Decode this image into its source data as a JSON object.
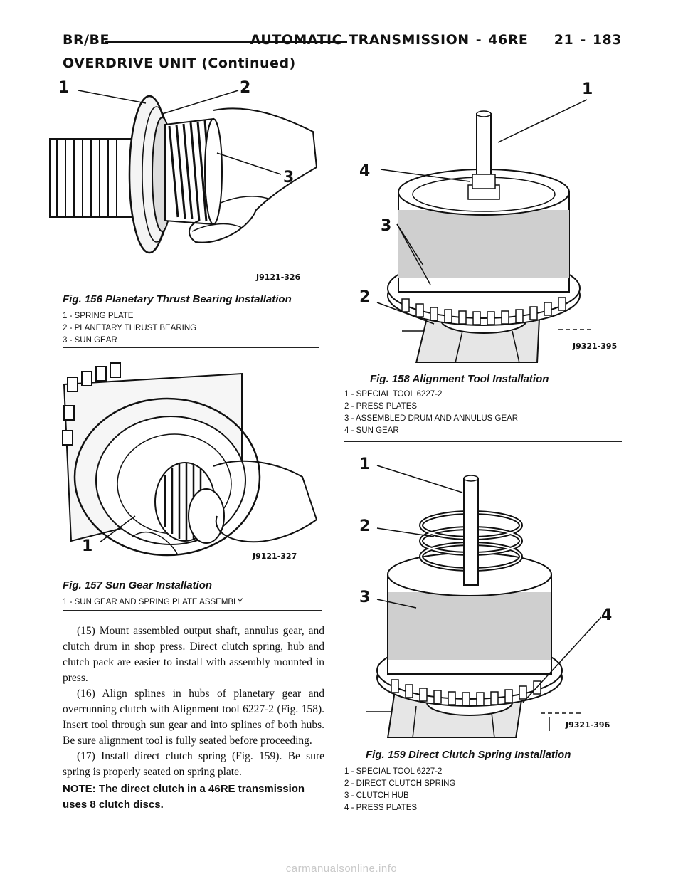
{
  "header": {
    "left": "BR/BE",
    "right": "AUTOMATIC TRANSMISSION - 46RE    21 - 183"
  },
  "section_title": "OVERDRIVE UNIT (Continued)",
  "figures": {
    "fig156": {
      "title": "Fig. 156 Planetary Thrust Bearing Installation",
      "code": "J9121-326",
      "legend": [
        "1 - SPRING PLATE",
        "2 - PLANETARY THRUST BEARING",
        "3 - SUN GEAR"
      ],
      "callouts": [
        "1",
        "2",
        "3"
      ]
    },
    "fig157": {
      "title": "Fig. 157 Sun Gear Installation",
      "code": "J9121-327",
      "legend": [
        "1 - SUN GEAR AND SPRING PLATE ASSEMBLY"
      ],
      "callouts": [
        "1"
      ]
    },
    "fig158": {
      "title": "Fig. 158 Alignment Tool Installation",
      "code": "J9321-395",
      "legend": [
        "1 - SPECIAL TOOL 6227-2",
        "2 - PRESS PLATES",
        "3 - ASSEMBLED DRUM AND ANNULUS GEAR",
        "4 - SUN GEAR"
      ],
      "callouts": [
        "1",
        "4",
        "3",
        "2"
      ]
    },
    "fig159": {
      "title": "Fig. 159 Direct Clutch Spring Installation",
      "code": "J9321-396",
      "legend": [
        "1 - SPECIAL TOOL 6227-2",
        "2 - DIRECT CLUTCH SPRING",
        "3 - CLUTCH HUB",
        "4 - PRESS PLATES"
      ],
      "callouts": [
        "1",
        "2",
        "3",
        "4"
      ]
    }
  },
  "body": {
    "paragraphs": [
      "(15) Mount assembled output shaft, annulus gear, and clutch drum in shop press. Direct clutch spring, hub and clutch pack are easier to install with assembly mounted in press.",
      "(16) Align splines in hubs of planetary gear and overrunning clutch with Alignment tool 6227-2 (Fig. 158). Insert tool through sun gear and into splines of both hubs. Be sure alignment tool is fully seated before proceeding.",
      "(17) Install direct clutch spring (Fig. 159). Be sure spring is properly seated on spring plate."
    ],
    "note": "NOTE: The direct clutch in a 46RE transmission uses 8 clutch discs."
  },
  "watermark": "carmanualsonline.info"
}
